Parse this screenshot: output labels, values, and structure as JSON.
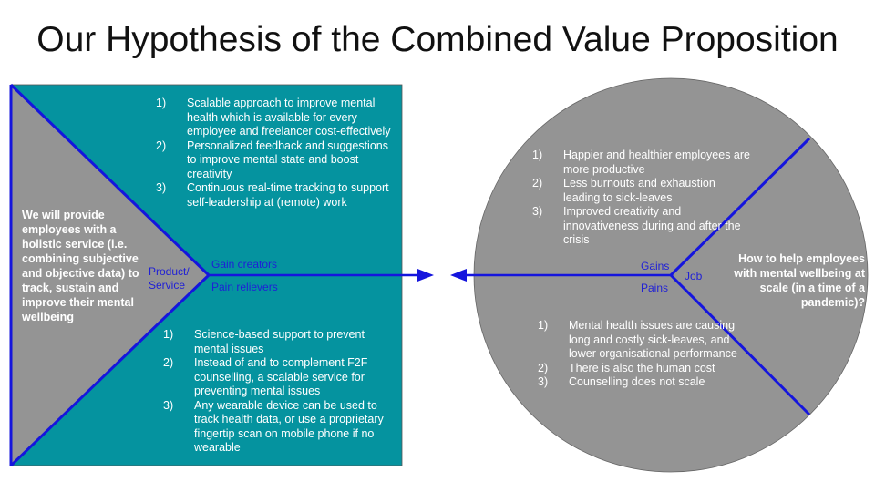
{
  "title": "Our Hypothesis of the Combined Value Proposition",
  "colors": {
    "square_fill": "#05939f",
    "grey_fill": "#949494",
    "blue_line": "#1515dd",
    "label_blue": "#1f1fd6"
  },
  "value_map": {
    "service_text": "We will provide employees with a holistic service (i.e. combining subjective and objective data) to track, sustain and improve their mental wellbeing",
    "product_service_label": "Product/ Service",
    "gain_creators_label": "Gain creators",
    "pain_relievers_label": "Pain relievers",
    "gain_creators": [
      {
        "num": "1)",
        "text": "Scalable approach to improve mental health which is available for every employee and freelancer cost-effectively"
      },
      {
        "num": "2)",
        "text": "Personalized feedback and suggestions to improve mental state and boost creativity"
      },
      {
        "num": "3)",
        "text": "Continuous real-time tracking to support self-leadership at (remote) work"
      }
    ],
    "pain_relievers": [
      {
        "num": "1)",
        "text": "Science-based support to prevent mental issues"
      },
      {
        "num": "2)",
        "text": "Instead of and to complement F2F counselling, a scalable service for preventing mental issues"
      },
      {
        "num": "3)",
        "text": "Any wearable device can be used to track health data, or use a proprietary fingertip scan on mobile phone if no wearable"
      }
    ]
  },
  "customer_profile": {
    "job_text": "How to help employees with mental wellbeing at scale (in a time of a pandemic)?",
    "gains_label": "Gains",
    "pains_label": "Pains",
    "job_label": "Job",
    "gains": [
      {
        "num": "1)",
        "text": "Happier and healthier employees are more productive"
      },
      {
        "num": "2)",
        "text": "Less burnouts and exhaustion leading to sick-leaves"
      },
      {
        "num": "3)",
        "text": "Improved creativity and innovativeness during and after the crisis"
      }
    ],
    "pains": [
      {
        "num": "1)",
        "text": "Mental health issues are causing long and costly sick-leaves, and lower organisational performance"
      },
      {
        "num": "2)",
        "text": "There is also the human cost"
      },
      {
        "num": "3)",
        "text": "Counselling does not scale"
      }
    ]
  }
}
